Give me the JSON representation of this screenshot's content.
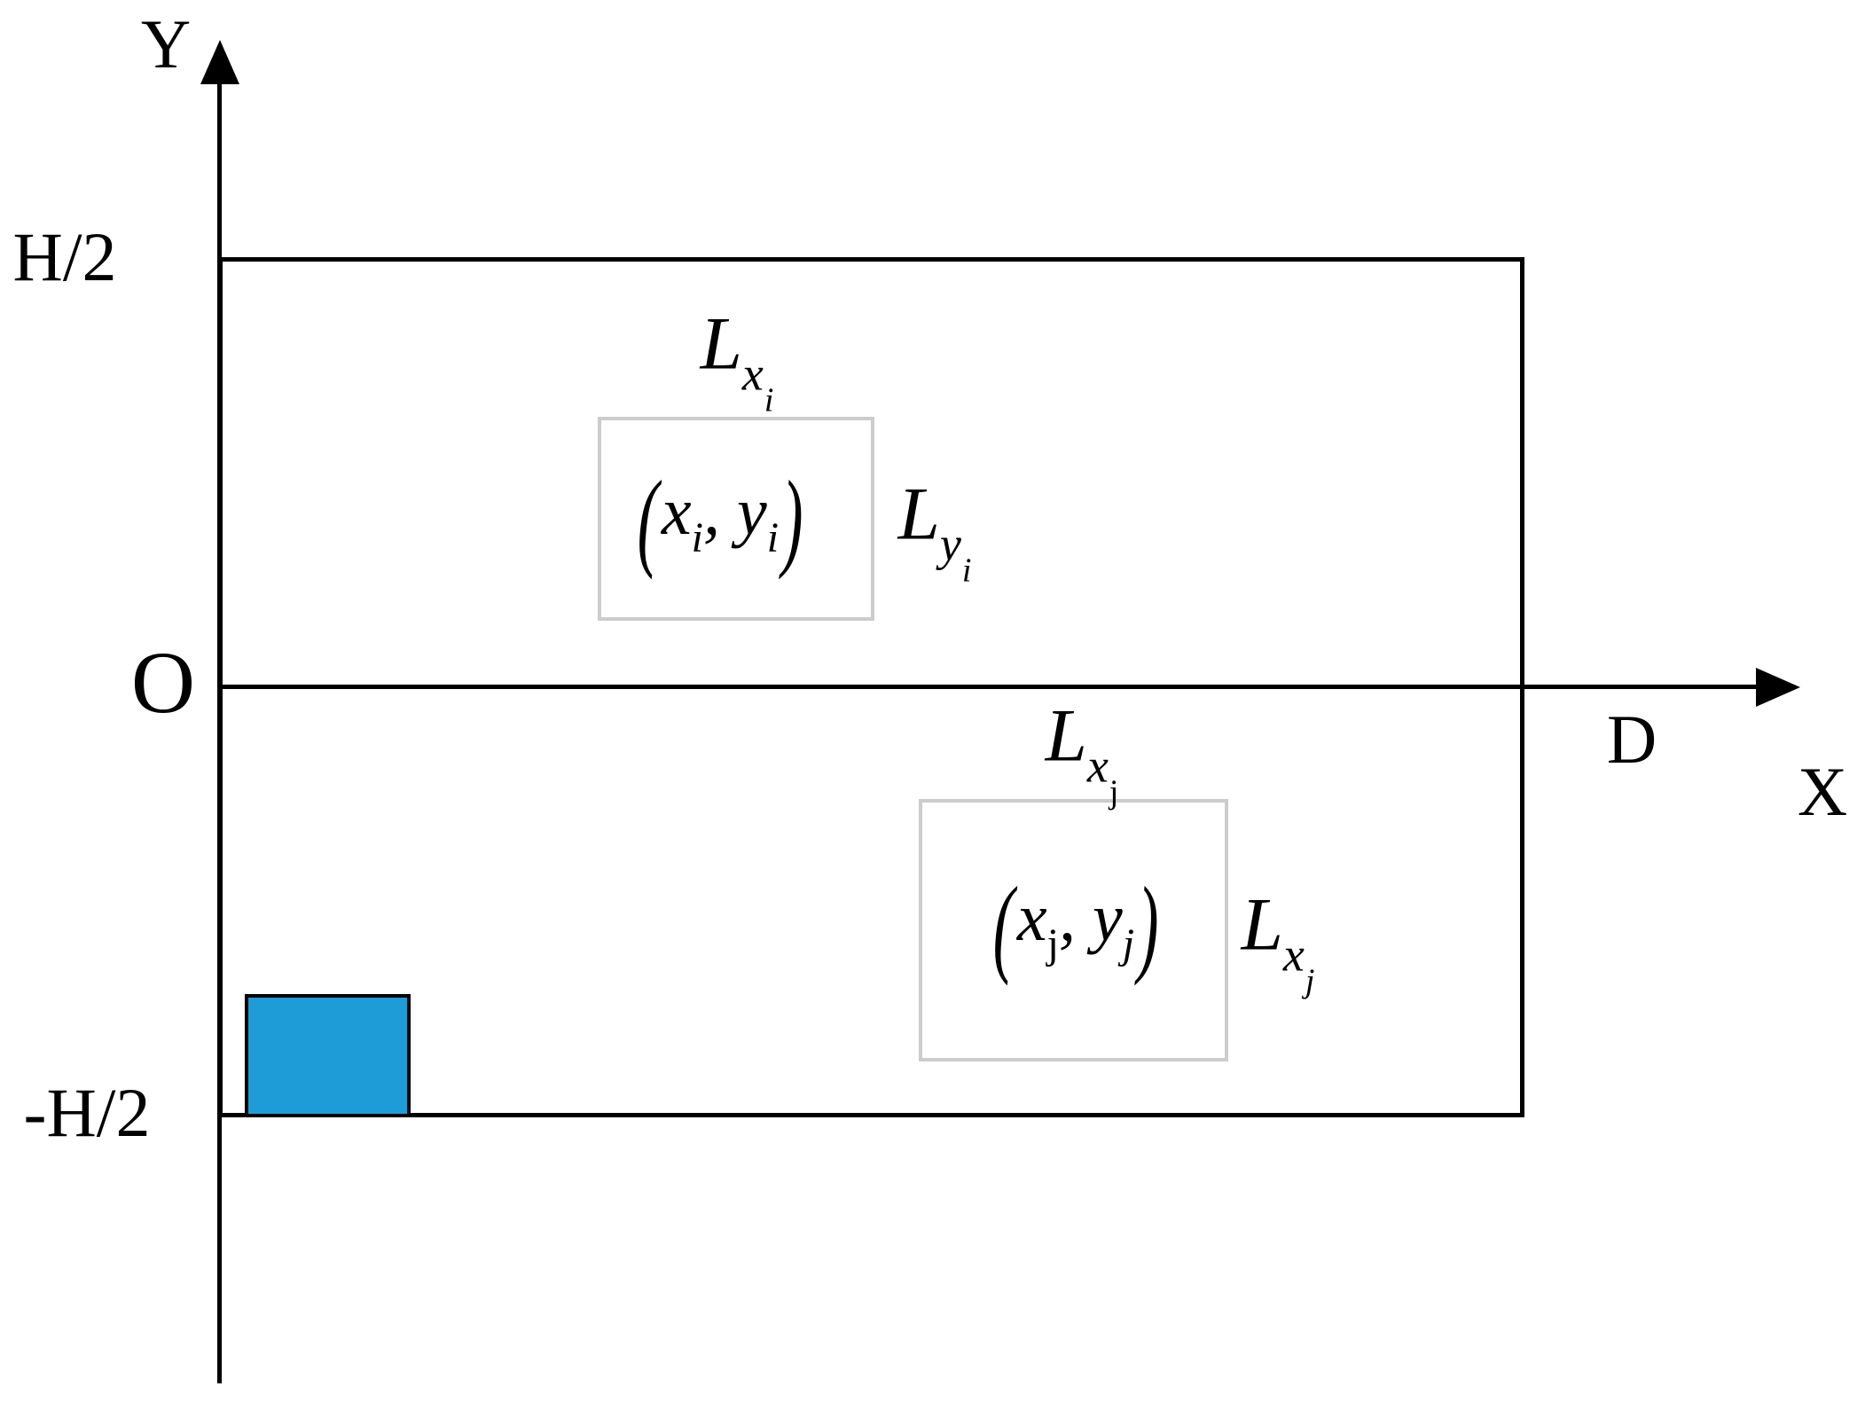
{
  "diagram": {
    "axes": {
      "y_label": "Y",
      "x_label": "X",
      "origin_label": "O",
      "x_extent_label": "D",
      "top_boundary_label": "H/2",
      "bottom_boundary_label": "-H/2"
    },
    "module_i": {
      "width_label": {
        "base": "L",
        "sub": "x",
        "subsub": "i"
      },
      "height_label": {
        "base": "L",
        "sub": "y",
        "subsub": "i"
      },
      "coordinate": {
        "open": "(",
        "x": "x",
        "x_sub": "i",
        "sep": ", ",
        "y": "y",
        "y_sub": "i",
        "close": ")"
      }
    },
    "module_j": {
      "width_label": {
        "base": "L",
        "sub": "x",
        "subsub": "j"
      },
      "height_label": {
        "base": "L",
        "sub": "x",
        "subsub": "j"
      },
      "coordinate": {
        "open": "(",
        "x": "x",
        "x_sub": "j",
        "sep": ", ",
        "y": "y",
        "y_sub": "j",
        "close": ")"
      }
    },
    "colors": {
      "module_block_fill": "#1E9CD8",
      "placement_outline": "#CCCCCC",
      "line": "#000000"
    }
  }
}
